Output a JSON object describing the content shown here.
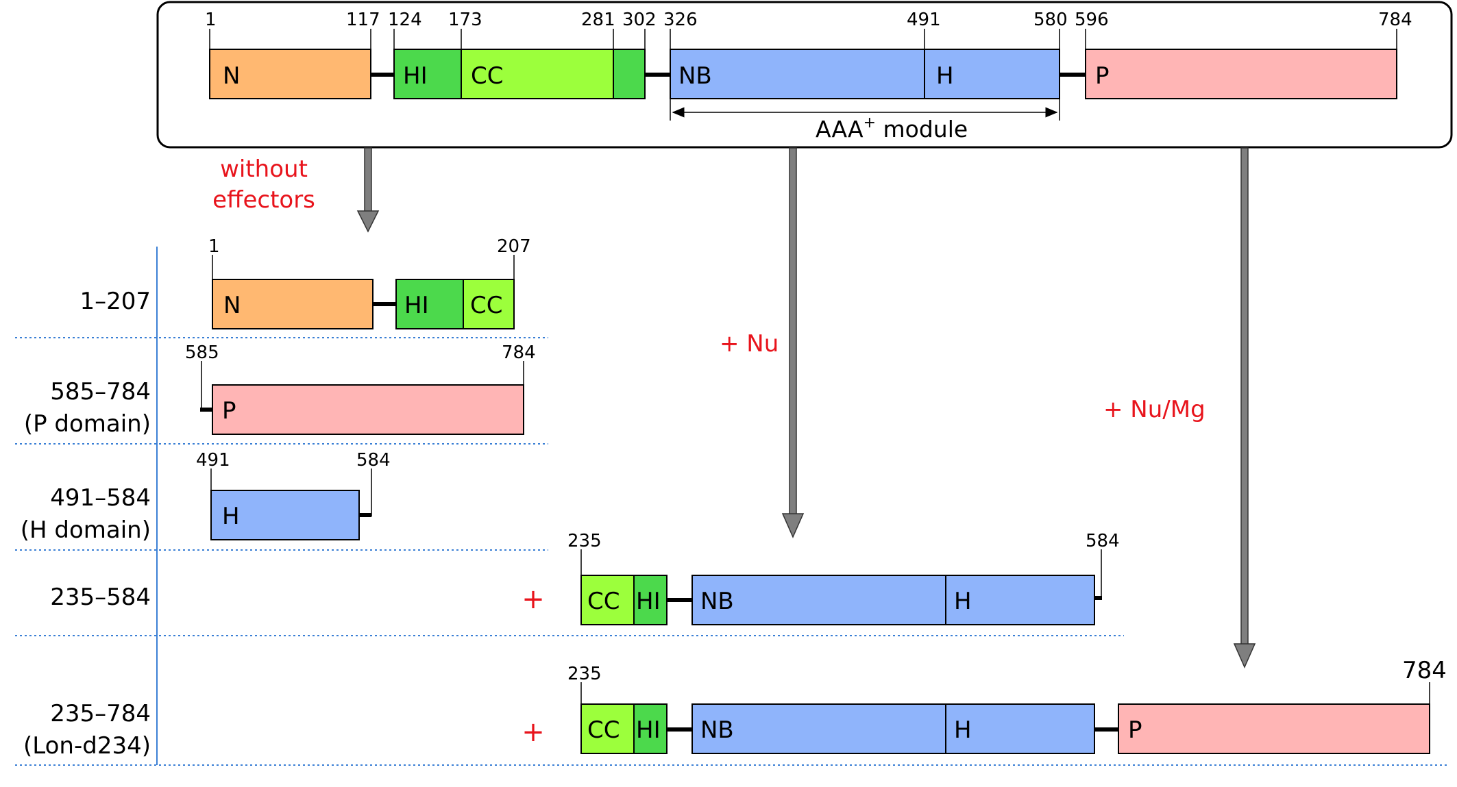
{
  "colors": {
    "N": "#ffb871",
    "HI": "#4cd94c",
    "CC": "#9cff3c",
    "NB": "#8fb4fb",
    "H": "#8fb4fb",
    "P": "#ffb5b5",
    "effector": "#e8141c",
    "arrow": "#7f7f7f",
    "divider": "#3a7fd5"
  },
  "full_protein": {
    "positions": [
      "1",
      "117",
      "124",
      "173",
      "281",
      "302",
      "326",
      "491",
      "580",
      "596",
      "784"
    ],
    "domains": {
      "N": "N",
      "HI": "HI",
      "CC": "CC",
      "NB": "NB",
      "H": "H",
      "P": "P"
    },
    "module_label": "AAA",
    "module_sup": "+",
    "module_word": " module"
  },
  "effectors": {
    "none_line1": "without",
    "none_line2": "effectors",
    "nu": "+ Nu",
    "numg": "+ Nu/Mg"
  },
  "fragments": [
    {
      "label1": "1–207",
      "label2": "",
      "start": "1",
      "end": "207",
      "domains": [
        "N",
        "HI",
        "CC"
      ],
      "plus": ""
    },
    {
      "label1": "585–784",
      "label2": "(P domain)",
      "start": "585",
      "end": "784",
      "domains": [
        "P"
      ],
      "plus": ""
    },
    {
      "label1": "491–584",
      "label2": "(H domain)",
      "start": "491",
      "end": "584",
      "domains": [
        "H"
      ],
      "plus": ""
    },
    {
      "label1": "235–584",
      "label2": "",
      "start": "235",
      "end": "584",
      "domains": [
        "CC",
        "HI",
        "NB",
        "H"
      ],
      "plus": "+"
    },
    {
      "label1": "235–784",
      "label2": "(Lon-d234)",
      "start": "235",
      "end": "784",
      "domains": [
        "CC",
        "HI",
        "NB",
        "H",
        "P"
      ],
      "plus": "+"
    }
  ]
}
